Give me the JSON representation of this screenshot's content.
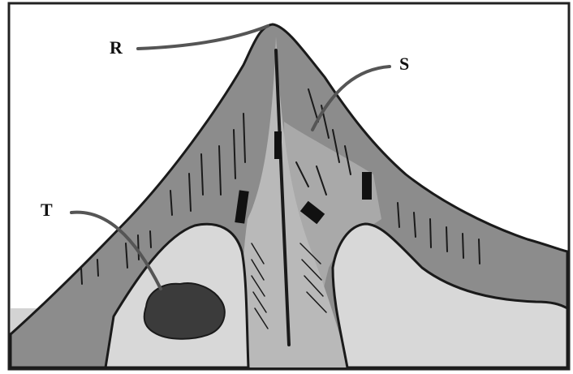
{
  "diagram": {
    "labels": {
      "R": "R",
      "S": "S",
      "T": "T"
    },
    "colors": {
      "frame": "#222222",
      "background_ground": "#d3d3d3",
      "cone_dark": "#8c8c8c",
      "dome_light": "#d8d8d8",
      "conduit_mid": "#b9b9b9",
      "chamber_dark": "#3b3b3b",
      "vein_black": "#111111",
      "leader_line": "#555555"
    }
  }
}
